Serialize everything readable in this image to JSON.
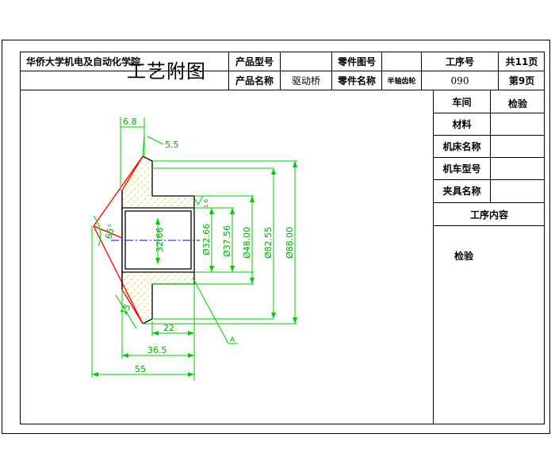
{
  "header": {
    "school": "华侨大学机电及自动化学院",
    "sheet_title": "工艺附图",
    "product_model_label": "产品型号",
    "product_model_value": "",
    "part_drawing_label": "零件图号",
    "part_drawing_value": "",
    "process_no_label": "工序号",
    "total_pages": "共11页",
    "product_name_label": "产品名称",
    "product_name_value": "驱动桥",
    "part_name_label": "零件名称",
    "part_name_value": "半轴齿轮",
    "process_no_value": "090",
    "page_no": "第9页"
  },
  "side_panel": {
    "workshop_label": "车间",
    "workshop_value": "检验",
    "material_label": "材料",
    "material_value": "",
    "machine_name_label": "机床名称",
    "machine_name_value": "",
    "machine_model_label": "机车型号",
    "machine_model_value": "",
    "fixture_name_label": "夹具名称",
    "fixture_name_value": "",
    "process_content_label": "工序内容",
    "process_content_value": "检验"
  },
  "drawing": {
    "dim_top_width": "6.8",
    "dim_chamfer": "5.5",
    "dim_bore_inner": "32.66",
    "dim_bore_phi": "Ø32.66",
    "dim_d2": "Ø37.56",
    "dim_d3": "Ø48.00",
    "dim_d4": "Ø82.55",
    "dim_d5": "Ø88.00",
    "dim_h1": "22",
    "dim_h2": "36.5",
    "dim_h3": "55",
    "dim_angle": "65°",
    "dim_side": "15",
    "roughness": "1.6",
    "label_a": "A",
    "colors": {
      "outline": "#ff0000",
      "dimension": "#00cc00",
      "hatch": "#e0c000",
      "centerline": "#0000ff"
    }
  }
}
